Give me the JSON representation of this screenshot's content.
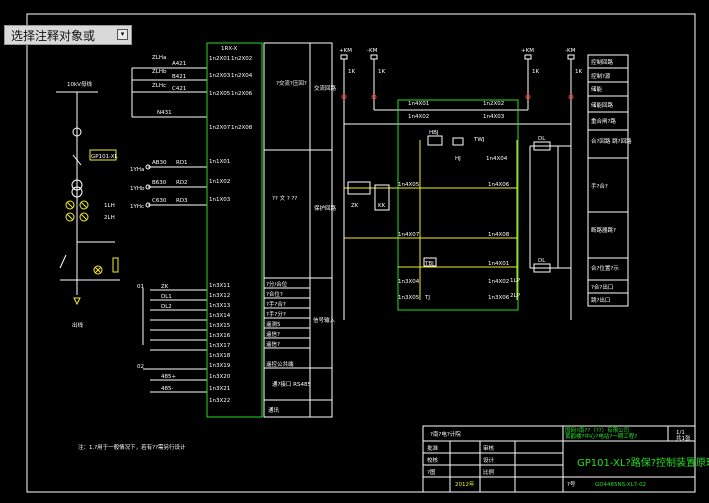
{
  "selection_prompt": {
    "label": "选择注释对象或",
    "button_icon": "expand-icon"
  },
  "colors": {
    "background": "#000000",
    "line": "#ffffff",
    "green": "#25e025",
    "yellow": "#f2ee2a",
    "red": "#ff3030"
  },
  "left_circuit": {
    "bus_label": "10kV母线",
    "device_label": "GP101-XL",
    "lh_labels": [
      "1LH",
      "2LH"
    ],
    "phase_labels": [
      "1YHa",
      "1YHb",
      "1YHc"
    ],
    "ab_wires": [
      "AB30",
      "B630",
      "C630"
    ],
    "r_wires": [
      "RD1",
      "RD2",
      "RD3"
    ],
    "bus_wires": [
      "A421",
      "B421",
      "C421",
      "N431"
    ],
    "control_labels": [
      "01",
      "02",
      "ZK",
      "DL1",
      "DL2",
      "485+",
      "485-"
    ],
    "footnote": "注：1.?用于一般情况下，若有??需另行设计"
  },
  "terminal_strip": {
    "header": "1RX-X",
    "top_terminals": [
      "1n2X01",
      "1n2X02",
      "1n2X03",
      "1n2X04",
      "1n2X05",
      "1n2X06",
      "1n2X07",
      "1n2X08"
    ],
    "terminals": [
      "1n1X01",
      "1n1X02",
      "1n1X03",
      "1n3X11",
      "1n3X12",
      "1n3X13",
      "1n3X14",
      "1n3X15",
      "1n3X16",
      "1n3X17",
      "1n3X18",
      "1n3X19",
      "1n3X20",
      "1n3X21",
      "1n3X22"
    ]
  },
  "center_table": {
    "col1_top": "?交流?压回?",
    "col1_mid": "?? 文 ? ??",
    "col2_top": "交流回路",
    "col2_mid": "保护回路",
    "rows": [
      "?分/合位",
      "?合位?",
      "?手?合?",
      "?手?分?",
      "遥测5",
      "遥信?",
      "遥信?",
      "遥控公共端"
    ],
    "side_label": "信号输入",
    "comm_label": "通?接口 RS485",
    "bottom_label": "通讯"
  },
  "right_circuit": {
    "top_labels": [
      "+KM",
      "-KM",
      "+KM",
      "-KM"
    ],
    "fuse_labels": [
      "1K",
      "1K",
      "1K",
      "1K"
    ],
    "terminals": [
      "1n4X01",
      "1n2X02",
      "1n4X02",
      "1n4X03",
      "1n4X04",
      "1n4X05",
      "1n4X06",
      "1n4X07",
      "1n4X08",
      "1n4X01",
      "1n4X02",
      "1n3X04",
      "1n3X05",
      "1n3X06"
    ],
    "relay_labels": [
      "HBJ",
      "TWJ",
      "TBJ",
      "TJ",
      "HJ",
      "KK",
      "ZK",
      "DL",
      "DL",
      "1LP",
      "2LP"
    ],
    "legend": [
      "控制回路",
      "控制?源",
      "储能",
      "储能回路",
      "重合闸?路",
      "合?回路 跳?回路",
      "手?合?",
      "断路器跳?",
      "合?位置?示",
      "?合?出口",
      "跳?出口"
    ]
  },
  "title_block": {
    "company": "国网?南??（??）有限公司",
    "project": "黄鹤楼?中心?电站?一期工程?",
    "drawing_title": "GP101-XL?路保?控制装置原理?",
    "drawing_no": "GD4465NS-XL7-02",
    "design_unit": "?南?电?计院",
    "roles": [
      "批准",
      "审核",
      "校核",
      "设计",
      "?图"
    ],
    "date": "2012年",
    "sheet_label": "?号",
    "page_fraction": "1/1",
    "count_label": "共1张",
    "scale_label": "比例"
  }
}
